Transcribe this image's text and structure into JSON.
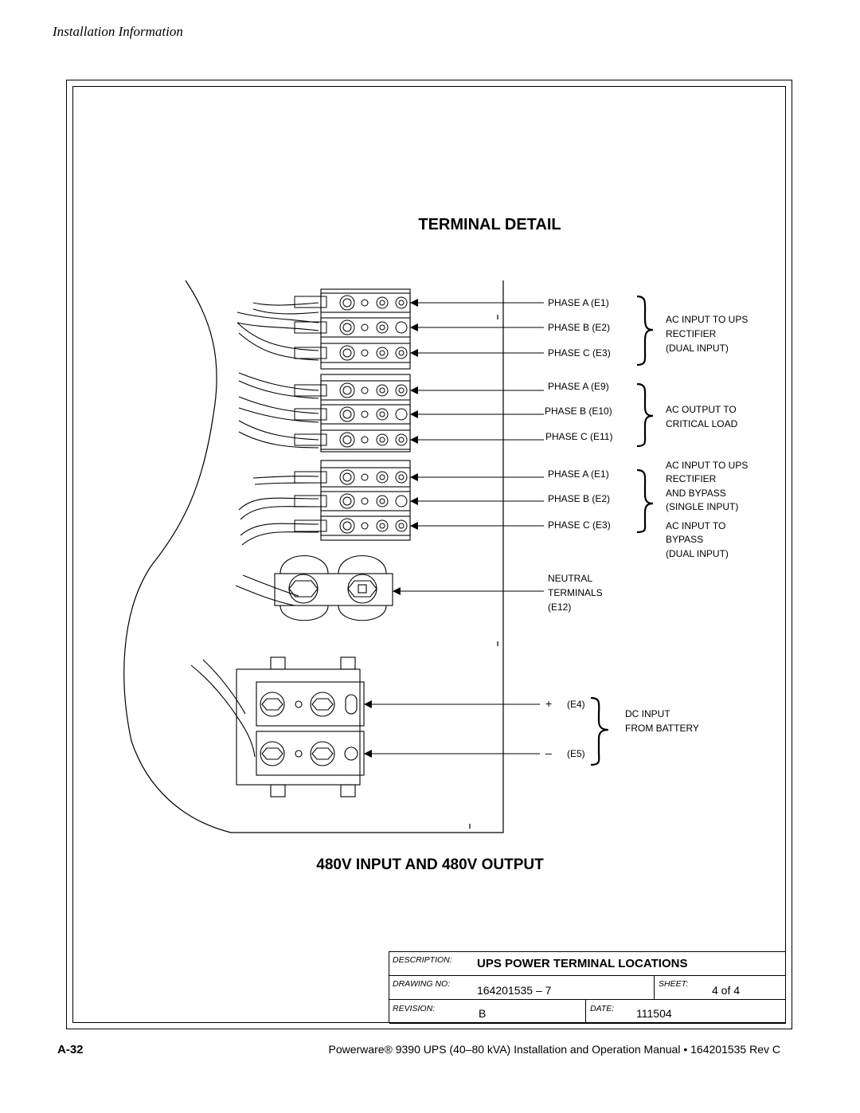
{
  "header": {
    "section": "Installation Information"
  },
  "drawing": {
    "title": "TERMINAL DETAIL",
    "subtitle": "480V INPUT AND 480V OUTPUT",
    "labels": {
      "g1_a": "PHASE A (E1)",
      "g1_b": "PHASE B (E2)",
      "g1_c": "PHASE C (E3)",
      "g1_desc": [
        "AC INPUT TO UPS",
        "RECTIFIER",
        "(DUAL INPUT)"
      ],
      "g2_a": "PHASE A (E9)",
      "g2_b": "PHASE B (E10)",
      "g2_c": "PHASE C (E11)",
      "g2_desc": [
        "AC OUTPUT TO",
        "CRITICAL LOAD"
      ],
      "g3_a": "PHASE A (E1)",
      "g3_b": "PHASE B (E2)",
      "g3_c": "PHASE C (E3)",
      "g3_desc": [
        "AC INPUT TO UPS",
        "RECTIFIER",
        "AND BYPASS",
        "(SINGLE INPUT)",
        "AC INPUT TO",
        "BYPASS",
        "(DUAL INPUT)"
      ],
      "neutral": [
        "NEUTRAL",
        "TERMINALS",
        "(E12)"
      ],
      "dc_pos_sign": "+",
      "dc_pos": "(E4)",
      "dc_neg_sign": "–",
      "dc_neg": "(E5)",
      "dc_desc": [
        "DC INPUT",
        "FROM BATTERY"
      ]
    }
  },
  "title_block": {
    "description_caption": "DESCRIPTION:",
    "description": "UPS POWER TERMINAL LOCATIONS",
    "drawing_no_caption": "DRAWING NO:",
    "drawing_no": "164201535 – 7",
    "sheet_caption": "SHEET:",
    "sheet": "4 of 4",
    "revision_caption": "REVISION:",
    "revision": "B",
    "date_caption": "DATE:",
    "date": "111504"
  },
  "footer": {
    "page": "A-32",
    "manual": "Powerware® 9390 UPS (40–80 kVA) Installation and Operation Manual  •  164201535 Rev C"
  }
}
